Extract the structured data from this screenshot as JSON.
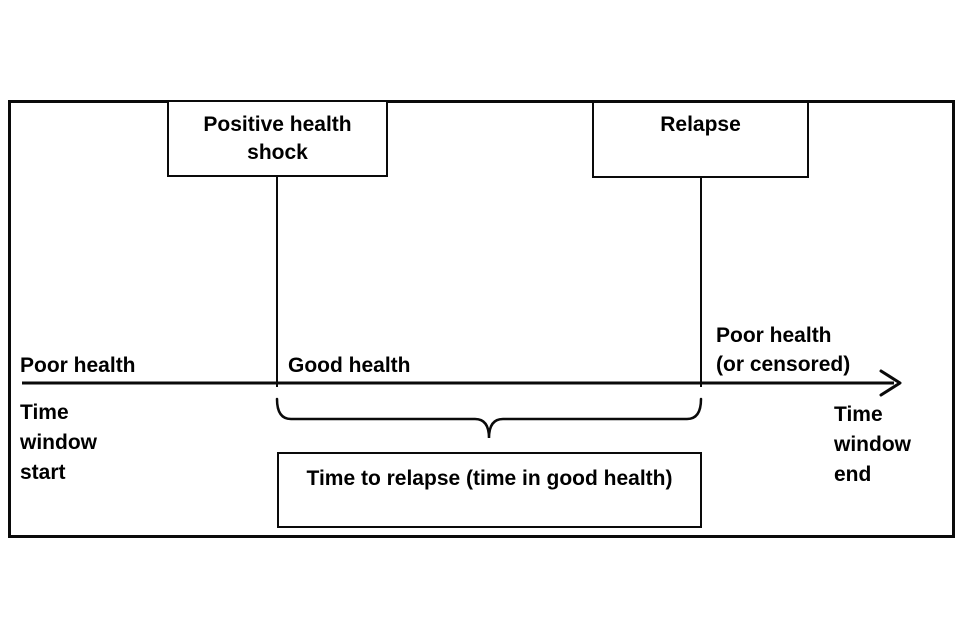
{
  "diagram": {
    "boxes": {
      "positive_shock": "Positive health\nshock",
      "relapse": "Relapse",
      "time_to_relapse": "Time to relapse (time in good health)"
    },
    "timeline_labels": {
      "poor_health_left": "Poor health",
      "good_health": "Good health",
      "poor_health_right": "Poor health\n(or censored)",
      "time_window_start": "Time\nwindow\nstart",
      "time_window_end": "Time\nwindow\nend"
    },
    "colors": {
      "line": "#0a0a0a",
      "background": "#ffffff"
    }
  }
}
